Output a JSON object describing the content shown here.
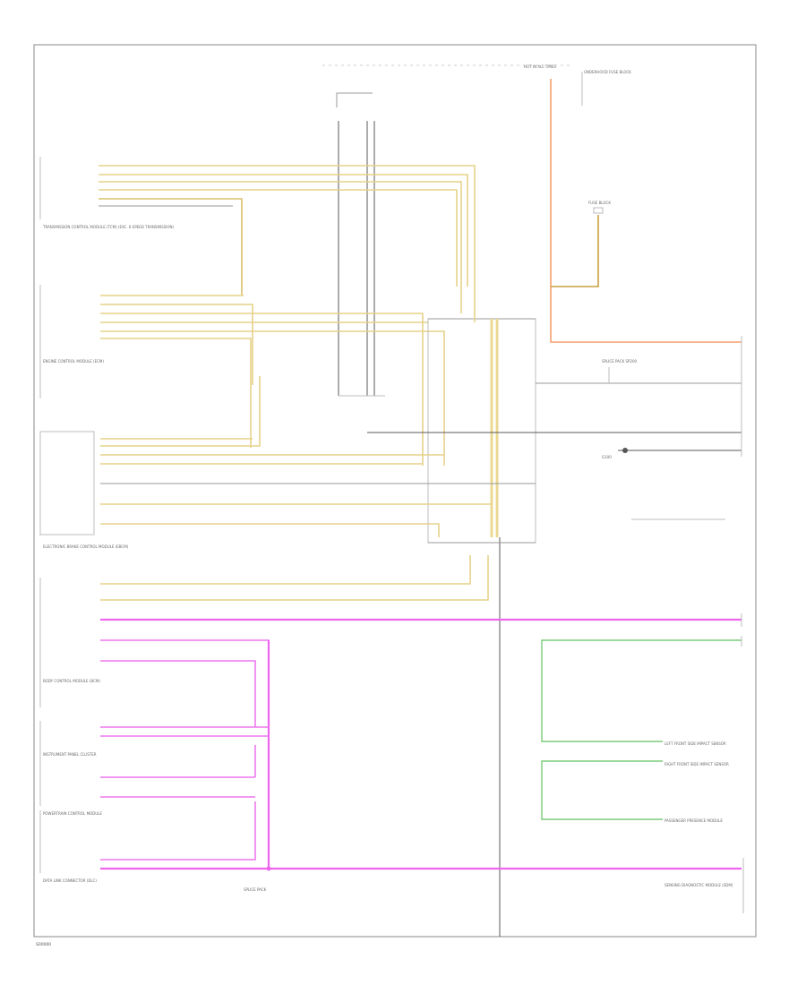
{
  "footer": {
    "code": "S00000"
  },
  "labels": {
    "top_note": "HOT IN ALL TIMES",
    "top_fuse": "UNDERHOOD FUSE BLOCK",
    "tcm": "TRANSMISSION CONTROL MODULE (TCM) (EXC. 6-SPEED TRANSMISSION)",
    "ecm": "ENGINE CONTROL MODULE (ECM)",
    "ebcm": "ELECTRONIC BRAKE CONTROL MODULE (EBCM)",
    "bcm": "BODY CONTROL MODULE (BCM)",
    "ipc": "INSTRUMENT PANEL CLUSTER",
    "pcm": "POWERTRAIN CONTROL MODULE",
    "dlc": "DATA LINK CONNECTOR (DLC)",
    "splice_bottom": "SPLICE PACK",
    "fuse_right": "FUSE BLOCK",
    "ground": "G100",
    "mid_right": "SPLICE PACK SP200",
    "right_bottom": "SENSING DIAGNOSTIC MODULE (SDM)",
    "right_green_1": "LEFT FRONT SIDE IMPACT SENSOR",
    "right_green_2": "RIGHT FRONT SIDE IMPACT SENSOR",
    "right_green_3": "PASSENGER PRESENCE MODULE"
  },
  "colors": {
    "tan": "#e6d28a",
    "pink": "#ee66ee",
    "orange": "#f4a070",
    "green": "#7acc7a",
    "gray": "#9a9a9a"
  }
}
